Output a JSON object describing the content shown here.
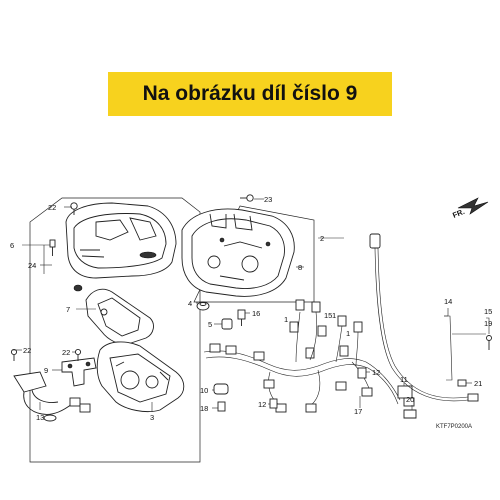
{
  "banner": {
    "text": "Na obrázku díl číslo 9",
    "color": "#f7d21e"
  },
  "direction": {
    "text": "FR."
  },
  "drawing_code": "KTF7P0200A",
  "callouts": {
    "c1": "1",
    "c2": "2",
    "c3": "3",
    "c4": "4",
    "c5": "5",
    "c6": "6",
    "c7": "7",
    "c8": "8",
    "c9": "9",
    "c10": "10",
    "c11": "11",
    "c12": "12",
    "c13": "13",
    "c14": "14",
    "c15": "15",
    "c16": "16",
    "c17": "17",
    "c18": "18",
    "c19": "19",
    "c20": "20",
    "c21": "21",
    "c22": "22",
    "c23": "23",
    "c24": "24"
  }
}
